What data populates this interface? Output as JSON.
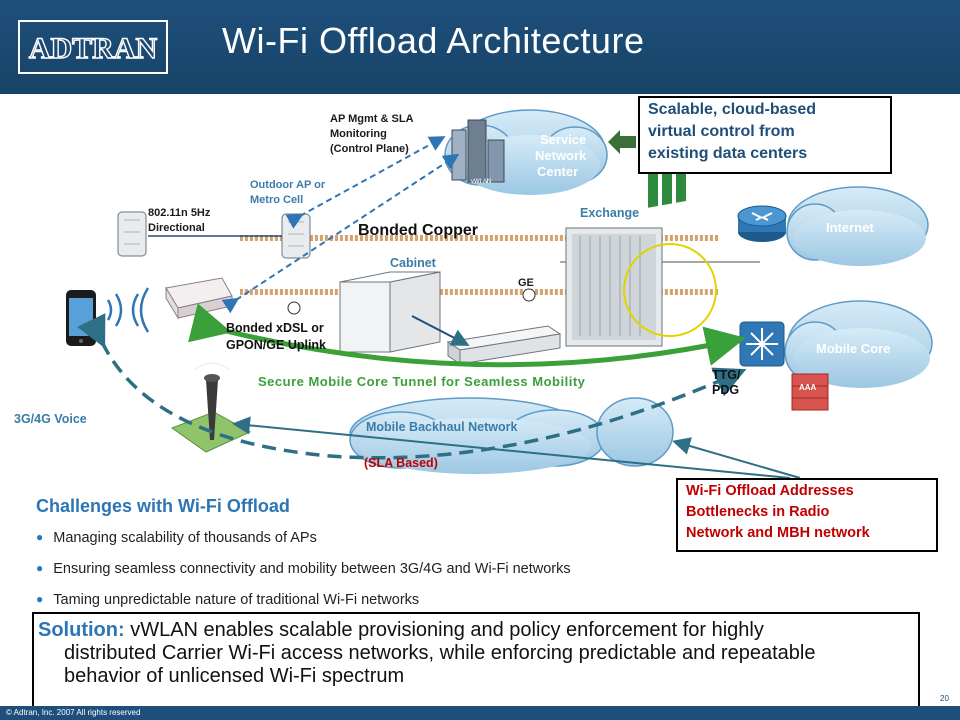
{
  "header": {
    "logo_text": "ADTRAN",
    "title": "Wi-Fi Offload Architecture"
  },
  "diagram": {
    "ap_mgmt": [
      "AP Mgmt & SLA",
      "Monitoring",
      "(Control Plane)"
    ],
    "cloud_snc": [
      "Service",
      "Network",
      "Center"
    ],
    "vwlan_badge": "vWLAN",
    "outdoor_ap": [
      "Outdoor AP or",
      "Metro Cell"
    ],
    "directional": [
      "802.11n 5Hz",
      "Directional"
    ],
    "bonded_copper": "Bonded Copper",
    "exchange": "Exchange",
    "cabinet": "Cabinet",
    "ge": "GE",
    "internet": "Internet",
    "bonded_xdsl": [
      "Bonded xDSL or",
      "GPON/GE Uplink"
    ],
    "mobile_core": "Mobile Core",
    "secure_tunnel": "Secure Mobile Core Tunnel for Seamless Mobility",
    "ttg_pdg": [
      "TTG/",
      "PDG"
    ],
    "aaa": "AAA",
    "voice": "3G/4G Voice",
    "backhaul": "Mobile Backhaul Network",
    "sla_based": "(SLA Based)"
  },
  "callouts": {
    "cloud": [
      "Scalable, cloud-based",
      "virtual control from",
      "existing data centers"
    ],
    "wifi_offload": [
      "Wi-Fi Offload Addresses",
      "Bottlenecks in Radio",
      "Network and MBH network"
    ]
  },
  "challenges": {
    "title": "Challenges with Wi-Fi Offload",
    "bullets": [
      "Managing scalability of thousands of APs",
      "Ensuring seamless connectivity and mobility between 3G/4G and Wi-Fi networks",
      "Taming unpredictable nature of traditional Wi-Fi networks"
    ]
  },
  "solution": {
    "label": "Solution:",
    "line1": "vWLAN enables scalable provisioning and policy enforcement for highly",
    "line2": "distributed Carrier Wi-Fi access networks, while enforcing predictable and repeatable",
    "line3": "behavior of unlicensed Wi-Fi spectrum"
  },
  "footer": {
    "copyright": "© Adtran, Inc. 2007 All rights reserved",
    "page_number": "20"
  },
  "colors": {
    "header_blue": "#1e4f7c",
    "accent_blue": "#2e75b6",
    "green": "#3aa03a",
    "red": "#c00000",
    "cloud_blue": "#a9cfe8"
  }
}
